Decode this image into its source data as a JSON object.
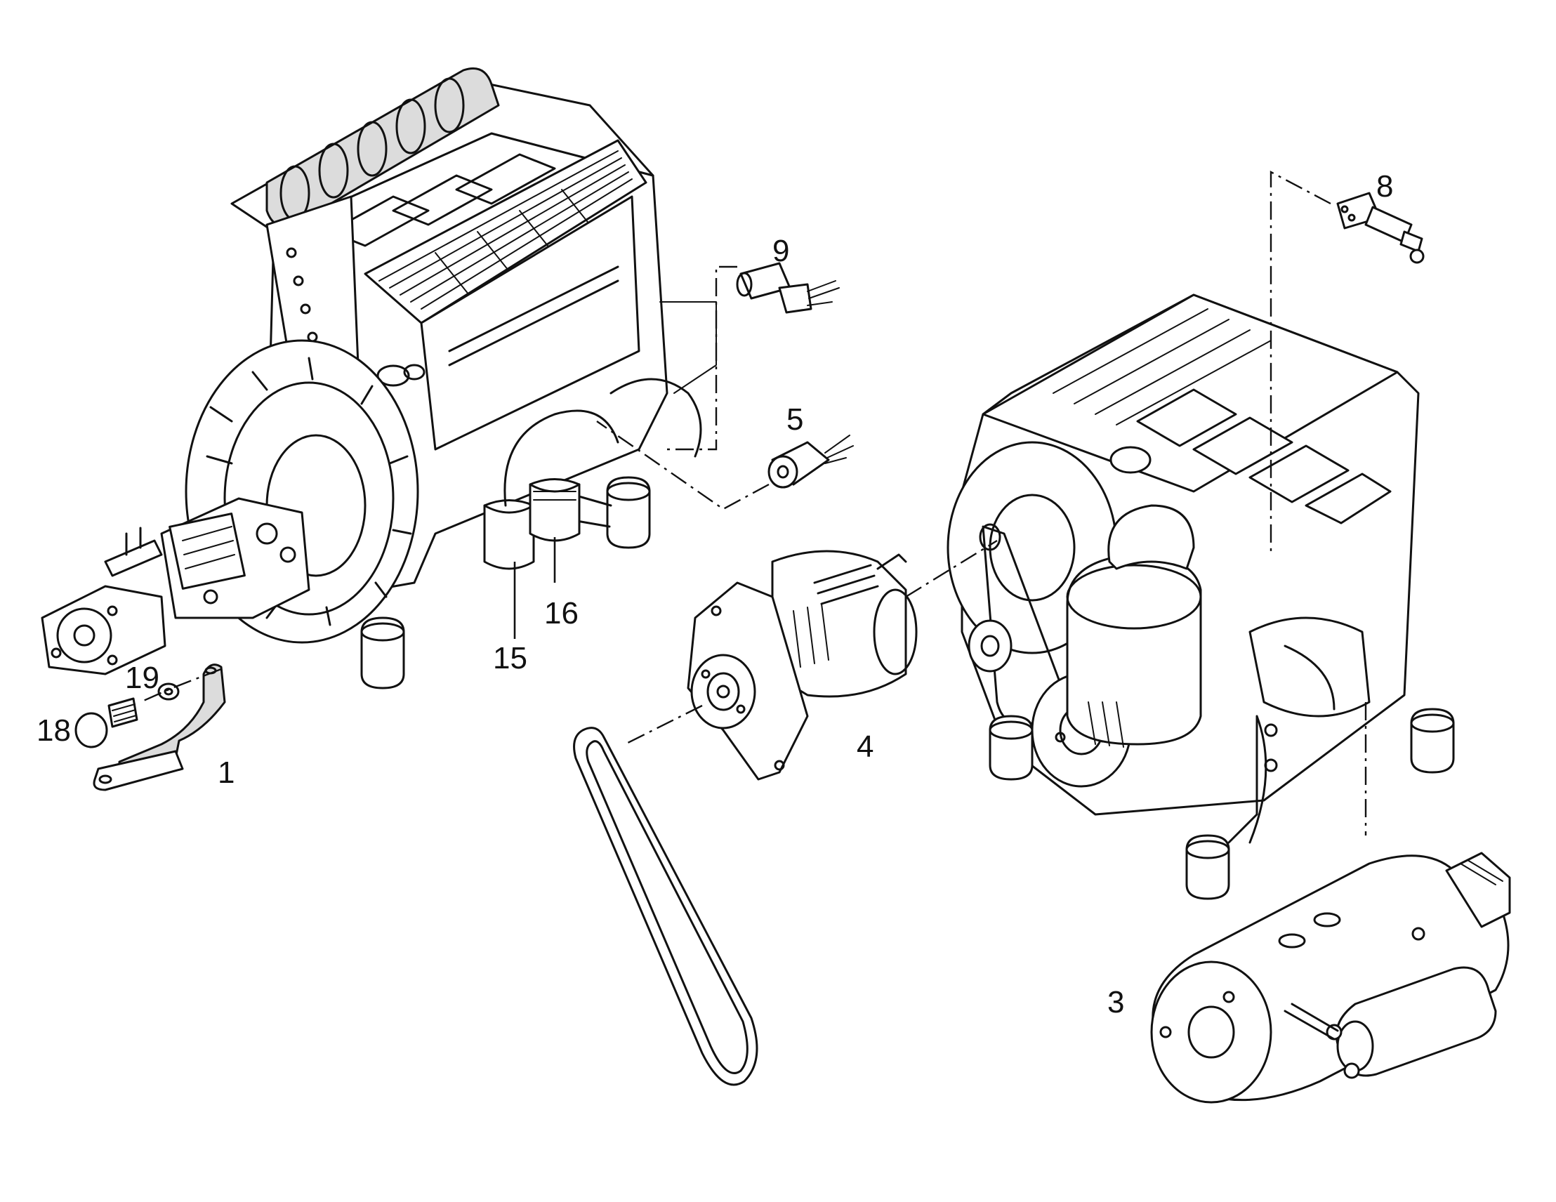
{
  "callouts": {
    "c1": "1",
    "c3": "3",
    "c4": "4",
    "c5": "5",
    "c8": "8",
    "c9": "9",
    "c15": "15",
    "c16": "16",
    "c18": "18",
    "c19": "19"
  },
  "colors": {
    "ink": "#111111",
    "paper": "#ffffff",
    "shade": "#dcdcdc"
  }
}
